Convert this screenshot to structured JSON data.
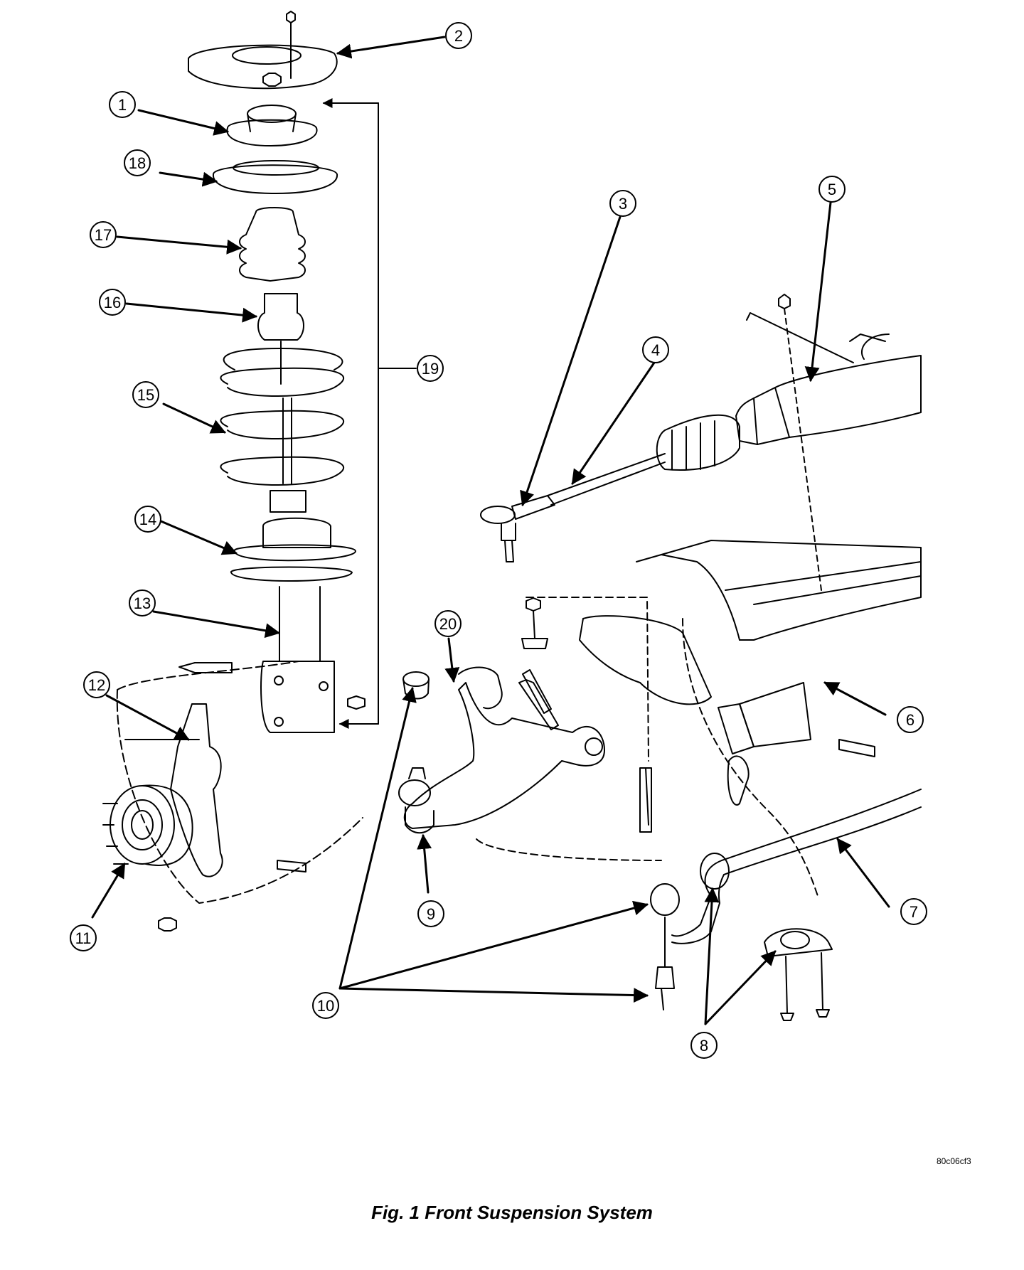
{
  "callouts": [
    "1",
    "2",
    "3",
    "4",
    "5",
    "6",
    "7",
    "8",
    "9",
    "10",
    "11",
    "12",
    "13",
    "14",
    "15",
    "16",
    "17",
    "18",
    "19",
    "20"
  ],
  "reference_code": "80c06cf3",
  "caption": "Fig. 1 Front Suspension System",
  "colors": {
    "ink": "#000000",
    "background": "#ffffff"
  }
}
